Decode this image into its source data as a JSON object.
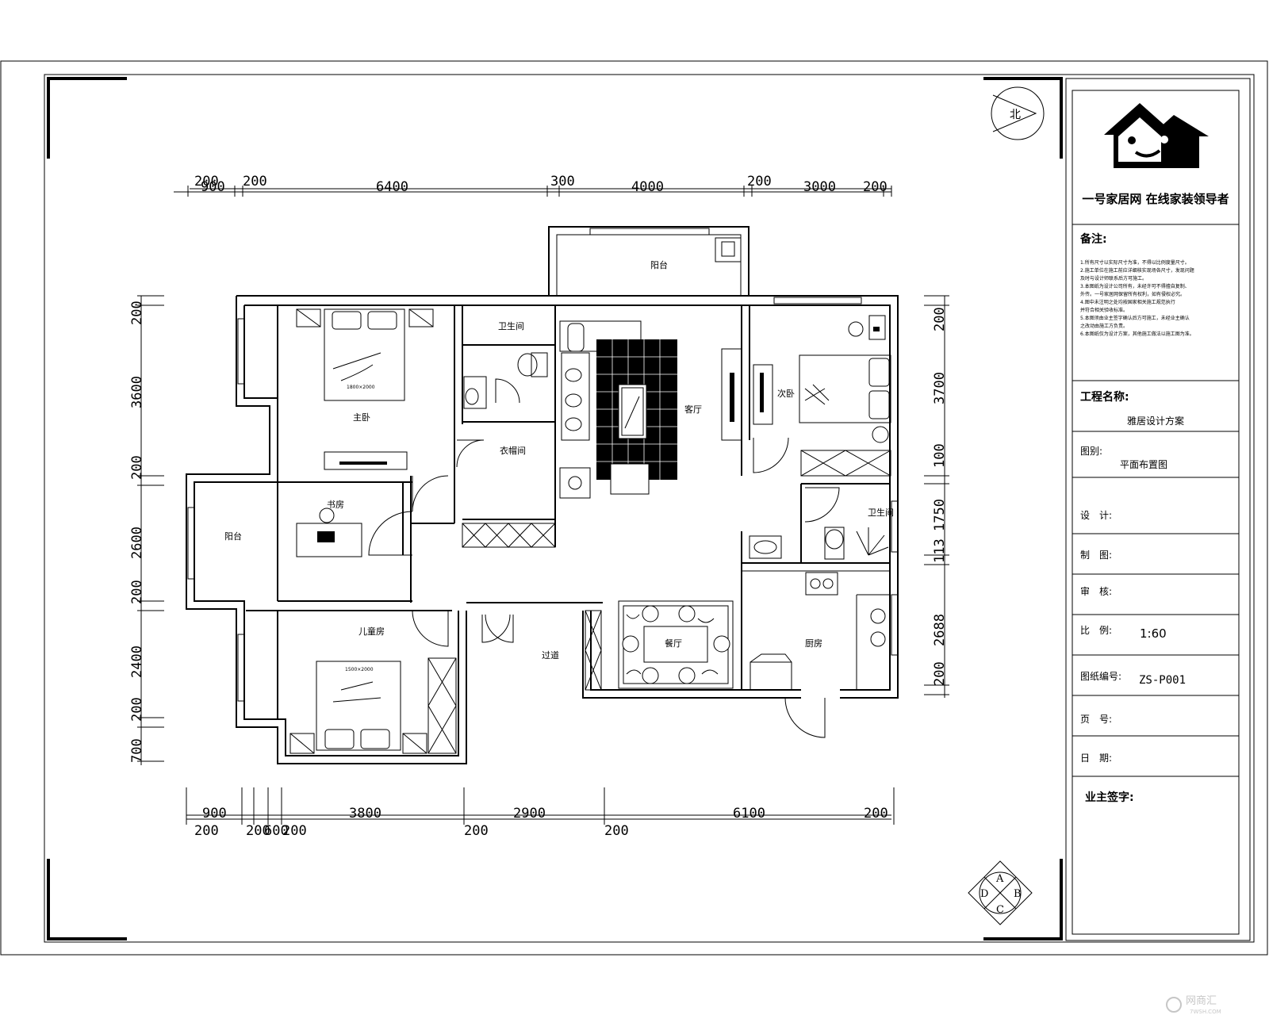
{
  "title_block": {
    "brand": "一号家居网 在线家装领导者",
    "remarks_label": "备注:",
    "remarks_lines": [
      "1.所有尺寸以实际尺寸为准，不得以比例度量尺寸。",
      "2.施工单位在施工前应详细核实现场各尺寸，发现问题",
      "及时与设计师联系后方可施工。",
      "3.本图纸为设计公司所有，未经许可不得擅自复制、",
      "外传。一号家居网保留所有权利，如有侵权必究。",
      "4.图中未注明之处均按国家相关施工规范执行",
      "并符合相关验收标准。",
      "5.本图须由业主签字确认后方可施工，未经业主确认",
      "之改动由施工方负责。",
      "6.本图纸仅为设计方案，其他施工做法以施工图为准。"
    ],
    "project_name_label": "工程名称:",
    "project_name": "雅居设计方案",
    "drawing_type_label": "图别:",
    "drawing_type": "平面布置图",
    "designer_label": "设　计:",
    "drafter_label": "制　图:",
    "reviewer_label": "审　核:",
    "scale_label": "比　例:",
    "scale": "1:60",
    "drawing_no_label": "图纸编号:",
    "drawing_no": "ZS-P001",
    "page_label": "页　号:",
    "date_label": "日　期:",
    "owner_sign_label": "业主签字:"
  },
  "compass": {
    "north": "北"
  },
  "section_marker": {
    "a": "A",
    "b": "B",
    "c": "C",
    "d": "D"
  },
  "dims_top_upper": [
    "200",
    "300",
    "200"
  ],
  "dims_top_lower": [
    "900",
    "200",
    "6400",
    "4000",
    "3000",
    "200"
  ],
  "dims_bottom_upper": [
    "900",
    "3800",
    "2900",
    "6100",
    "200"
  ],
  "dims_bottom_lower": [
    "200",
    "200",
    "600",
    "200",
    "200",
    "200"
  ],
  "dims_left": [
    "200",
    "3600",
    "200",
    "2600",
    "200",
    "2400",
    "200",
    "700"
  ],
  "dims_right": [
    "200",
    "3700",
    "100",
    "1750",
    "113",
    "2688",
    "200"
  ],
  "rooms": {
    "balcony": "阳台",
    "master_bedroom": "主卧",
    "toilet1": "卫生间",
    "cloakroom": "衣帽间",
    "living_room": "客厅",
    "second_bedroom": "次卧",
    "toilet2": "卫生间",
    "study": "书房",
    "balcony2": "阳台",
    "child_room": "儿童房",
    "corridor": "过道",
    "dining_room": "餐厅",
    "kitchen": "厨房"
  },
  "furniture_labels": {
    "bed1": "1800×2000",
    "bed2": "1500×2000"
  },
  "watermark": "网商汇",
  "watermark_url": "7WSH.COM"
}
